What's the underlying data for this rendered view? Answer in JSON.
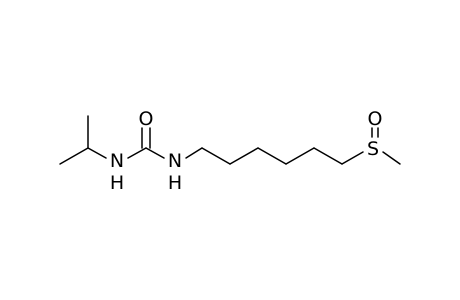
{
  "molecule": {
    "atoms": {
      "oxygen_carbonyl": "O",
      "n_isopropyl": "N",
      "h_isopropyl": "H",
      "n_hexyl": "N",
      "h_hexyl": "H",
      "oxygen_sulfoxide": "O",
      "sulfur": "S"
    },
    "colors": {
      "bond": "#000000",
      "label": "#000000",
      "background": "#ffffff"
    }
  }
}
